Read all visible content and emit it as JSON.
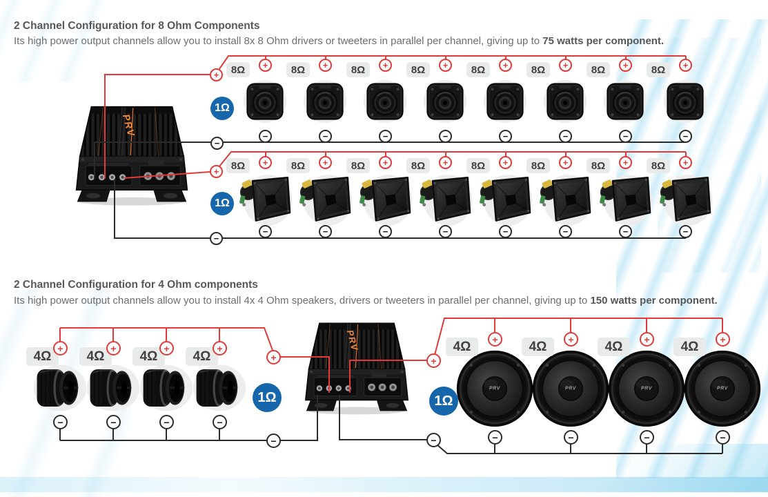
{
  "colors": {
    "accent_red": "#e23a3a",
    "wire_black": "#2b2b2b",
    "badge_blue": "#1566ab",
    "label_bg": "#e9eaea",
    "label_text": "#414042",
    "heading_color": "#565759",
    "body_color": "#6d6e71",
    "amp_orange": "#ef8b3a"
  },
  "symbols": {
    "plus": "+",
    "minus": "−"
  },
  "amplifier": {
    "brand": "PRV"
  },
  "section1": {
    "heading": "2 Channel Configuration for 8 Ohm Components",
    "description": "Its high power output channels allow you to install 8x 8 Ohm drivers or tweeters in parallel per channel, giving up to ",
    "description_bold": "75 watts per component.",
    "impedance_label": "8Ω",
    "bridge_load_label": "1Ω",
    "tweeter_row": {
      "count": 8,
      "type": "bullet tweeter"
    },
    "horn_row": {
      "count": 8,
      "type": "horn driver"
    }
  },
  "section2": {
    "heading": "2 Channel Configuration for 4 Ohm components",
    "description": "Its high power output channels allow you to install 4x 4 Ohm speakers, drivers or tweeters in parallel per channel, giving up to ",
    "description_bold": "150 watts per component.",
    "impedance_label": "4Ω",
    "bridge_load_label": "1Ω",
    "driver_group": {
      "count": 4,
      "type": "compression driver"
    },
    "midrange_group": {
      "count": 4,
      "type": "midrange speaker"
    }
  }
}
